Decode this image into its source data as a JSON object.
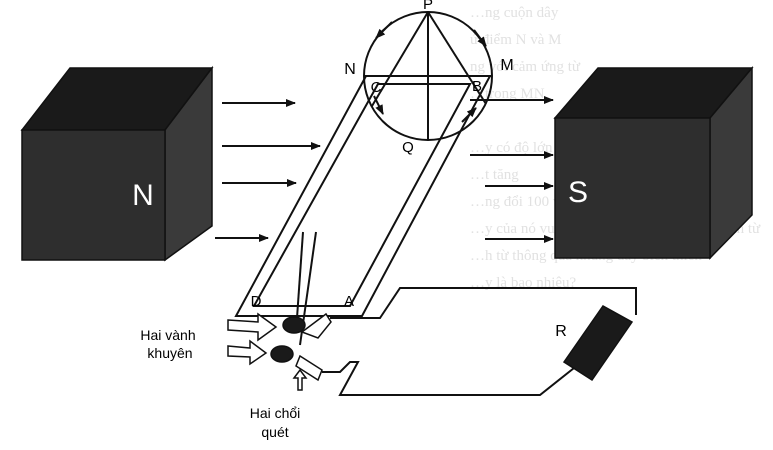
{
  "labels": {
    "pole_north": "N",
    "pole_south": "S",
    "point_p": "P",
    "point_n": "N",
    "point_m": "M",
    "point_c": "C",
    "point_b": "B",
    "point_q": "Q",
    "point_d": "D",
    "point_a": "A",
    "resistor": "R",
    "slip_rings_line1": "Hai vành",
    "slip_rings_line2": "khuyên",
    "brushes_line1": "Hai chổi",
    "brushes_line2": "quét"
  },
  "background_text": [
    "…ng cuộn dây",
    "ứ điểm N và M",
    "ng với cảm ứng từ",
    "…trong MN",
    "",
    "…y có độ lớn cực đại",
    "…t tăng",
    "…ng đổi 100 vòng trong từ trường đều",
    "…y của nó vuông góc với đường sức từ. Tính từ",
    "…h từ thông qua khung dây biến thiên",
    "…y là bao nhiêu?",
    "",
    "",
    "",
    "",
    ""
  ],
  "colors": {
    "magnet_front": "#2e2e2e",
    "magnet_top": "#1a1a1a",
    "magnet_side": "#3c3c3c",
    "line": "#111111",
    "background_text": "#c9c9c9"
  }
}
